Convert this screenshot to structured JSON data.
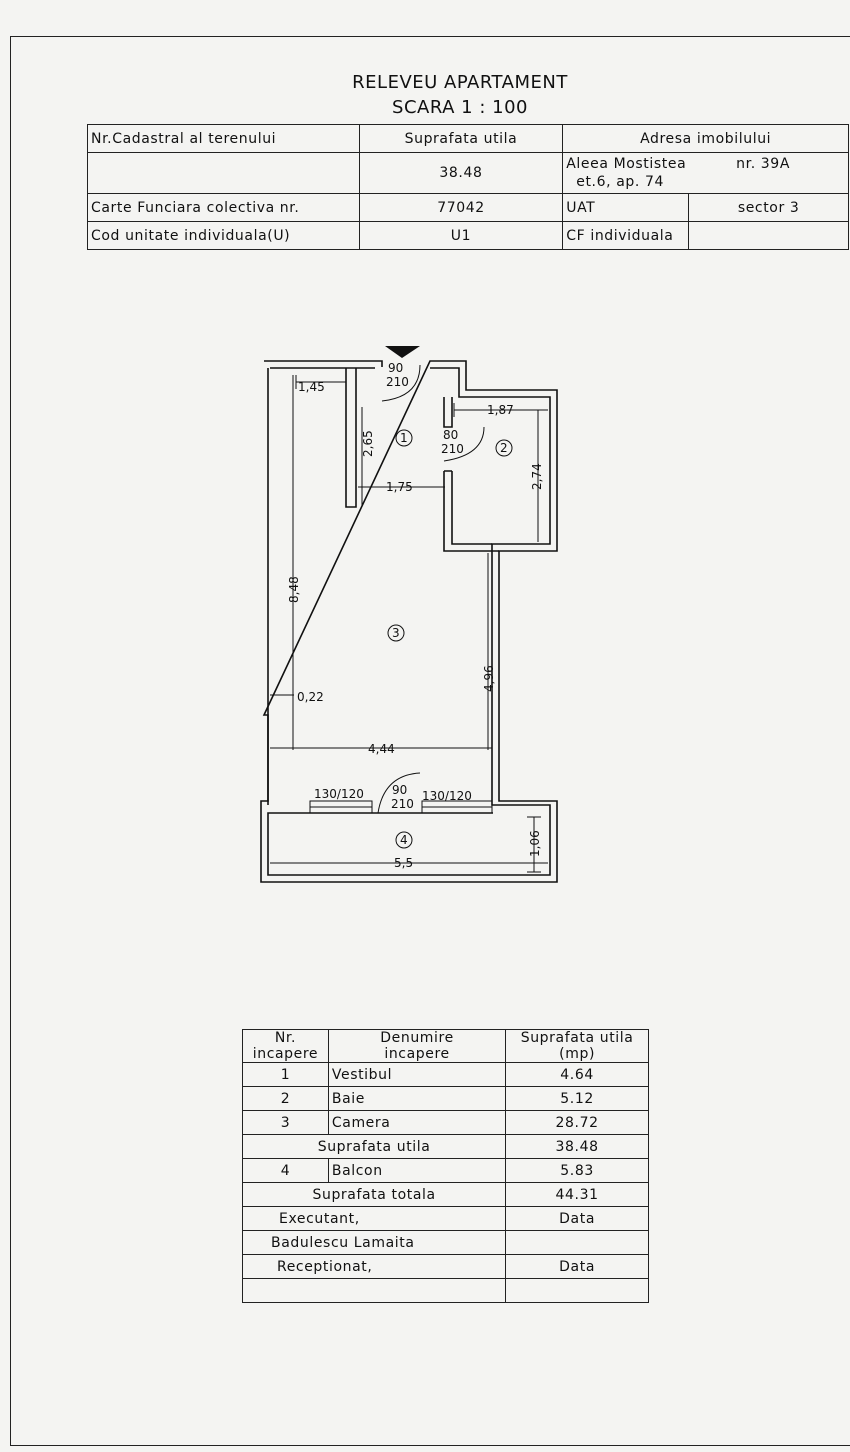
{
  "header": {
    "title": "RELEVEU APARTAMENT",
    "scale": "SCARA 1 : 100"
  },
  "info": {
    "cadastral_label": "Nr.Cadastral al terenului",
    "surface_label": "Suprafata utila",
    "address_label": "Adresa imobilului",
    "surface_value": "38.48",
    "address_street": "Aleea Mostistea",
    "address_nr": "nr. 39A",
    "address_floor": "et.6, ap. 74",
    "cf_label": "Carte Funciara colectiva nr.",
    "cf_value": "77042",
    "uat_label": "UAT",
    "uat_value": "sector 3",
    "unit_label": "Cod unitate individuala(U)",
    "unit_value": "U1",
    "cf_ind_label": "CF individuala"
  },
  "plan": {
    "door_entry": [
      "90",
      "210"
    ],
    "door_bath": [
      "80",
      "210"
    ],
    "door_balcony": [
      "90",
      "210"
    ],
    "dim_145": "1,45",
    "dim_265": "2,65",
    "dim_175": "1,75",
    "dim_187": "1,87",
    "dim_274": "2,74",
    "dim_848": "8,48",
    "dim_022": "0,22",
    "dim_496": "4,96",
    "dim_444": "4,44",
    "dim_55": "5,5",
    "dim_106": "1,06",
    "window_left": "130/120",
    "window_right": "130/120",
    "room_1": "1",
    "room_2": "2",
    "room_3": "3",
    "room_4": "4"
  },
  "rooms_table": {
    "h_nr": "Nr.",
    "h_nr2": "incapere",
    "h_name": "Denumire",
    "h_name2": "incapere",
    "h_area": "Suprafata utila",
    "h_area2": "(mp)",
    "rows": [
      {
        "nr": "1",
        "name": "Vestibul",
        "area": "4.64"
      },
      {
        "nr": "2",
        "name": "Baie",
        "area": "5.12"
      },
      {
        "nr": "3",
        "name": "Camera",
        "area": "28.72"
      }
    ],
    "util_label": "Suprafata utila",
    "util_value": "38.48",
    "balcon": {
      "nr": "4",
      "name": "Balcon",
      "area": "5.83"
    },
    "total_label": "Suprafata totala",
    "total_value": "44.31",
    "executant_label": "Executant,",
    "executant_date": "Data",
    "executant_name": "Badulescu Lamaita",
    "receptionat_label": "Receptionat,",
    "receptionat_date": "Data"
  }
}
